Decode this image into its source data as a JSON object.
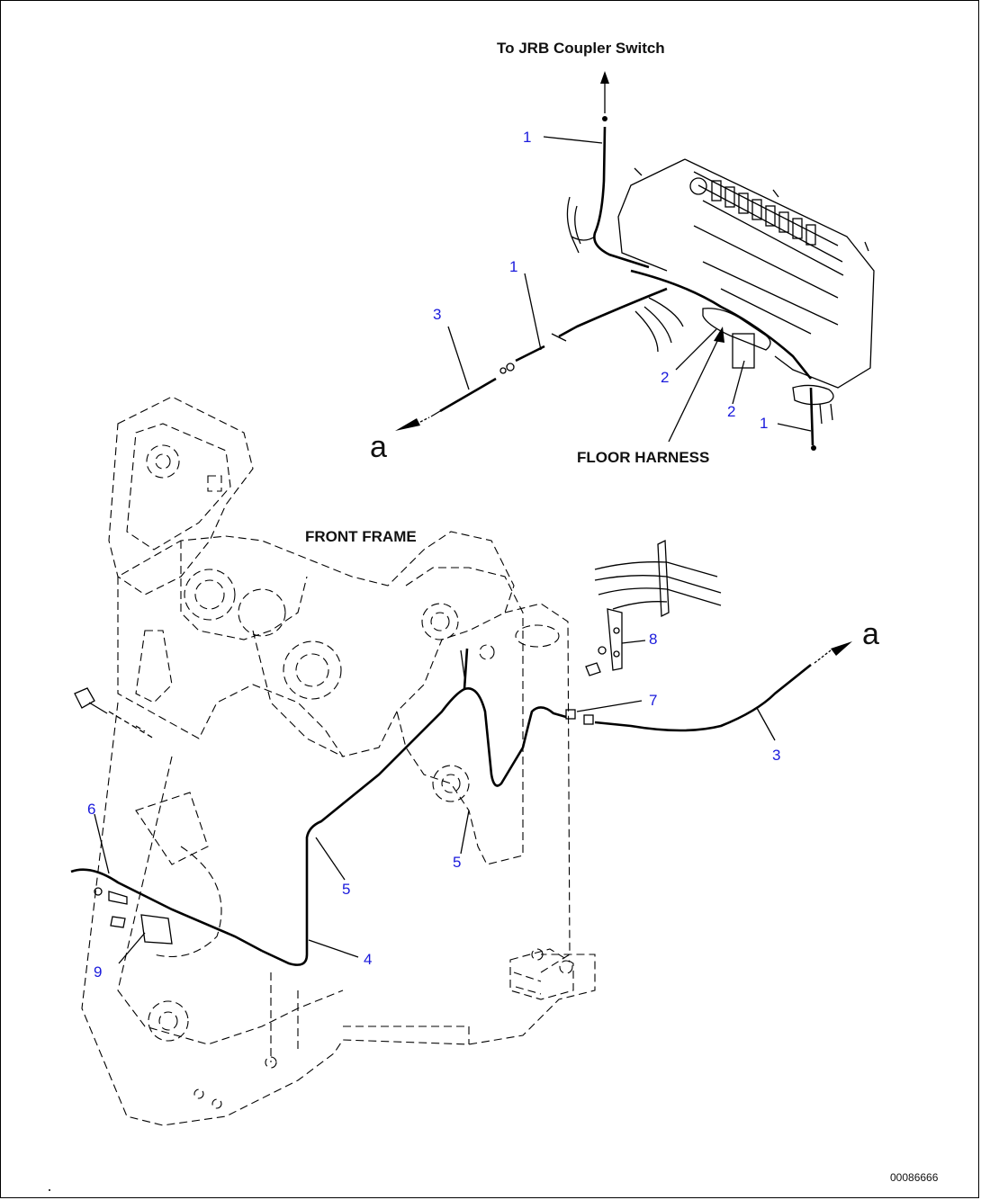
{
  "labels": {
    "to_jrb": "To JRB Coupler Switch",
    "floor_harness": "FLOOR HARNESS",
    "front_frame": "FRONT FRAME",
    "doc_number": "00086666"
  },
  "connectors": {
    "a_left": "a",
    "a_right": "a"
  },
  "callouts": [
    {
      "id": "callout-1-top",
      "text": "1"
    },
    {
      "id": "callout-1-mid",
      "text": "1"
    },
    {
      "id": "callout-3-top",
      "text": "3"
    },
    {
      "id": "callout-2-left",
      "text": "2"
    },
    {
      "id": "callout-2-right",
      "text": "2"
    },
    {
      "id": "callout-1-bottom",
      "text": "1"
    },
    {
      "id": "callout-8",
      "text": "8"
    },
    {
      "id": "callout-7",
      "text": "7"
    },
    {
      "id": "callout-3-right",
      "text": "3"
    },
    {
      "id": "callout-6",
      "text": "6"
    },
    {
      "id": "callout-5-left",
      "text": "5"
    },
    {
      "id": "callout-5-right",
      "text": "5"
    },
    {
      "id": "callout-4",
      "text": "4"
    },
    {
      "id": "callout-9",
      "text": "9"
    }
  ],
  "colors": {
    "callout": "#1a1adc",
    "line": "#000000"
  }
}
